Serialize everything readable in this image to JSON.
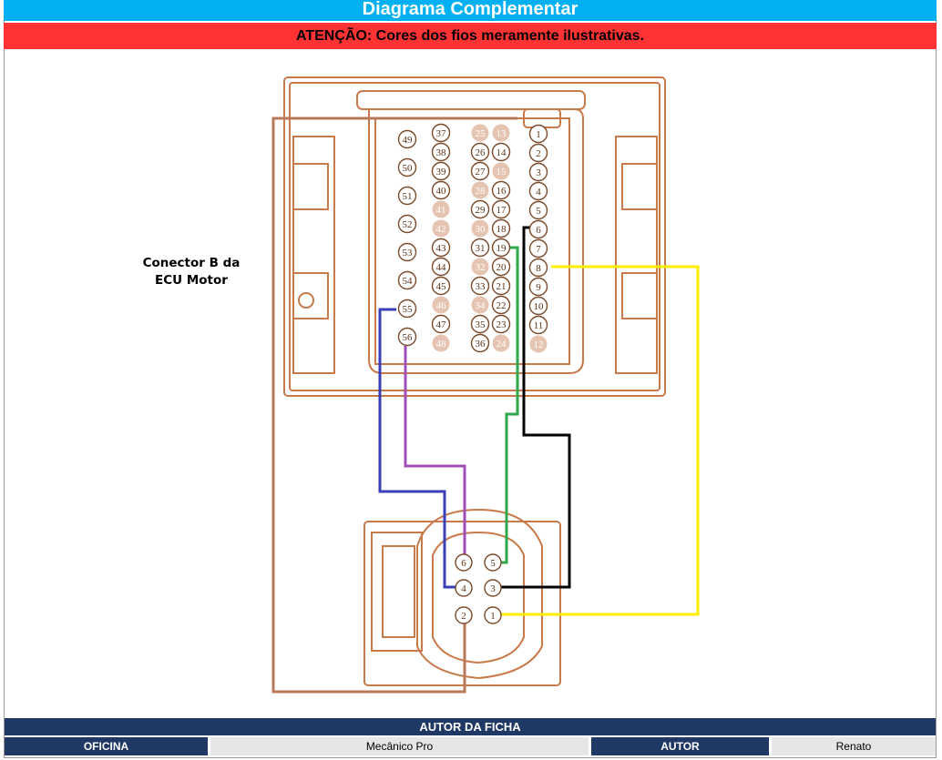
{
  "header": {
    "title": "Diagrama Complementar",
    "warning": "ATENÇÃO: Cores dos fios meramente ilustrativas."
  },
  "diagram": {
    "connector_label": "Conector B da ECU Motor",
    "ecu_pins": [
      "1",
      "2",
      "3",
      "4",
      "5",
      "6",
      "7",
      "8",
      "9",
      "10",
      "11",
      "12",
      "13",
      "14",
      "15",
      "16",
      "17",
      "18",
      "19",
      "20",
      "21",
      "22",
      "23",
      "24",
      "25",
      "26",
      "27",
      "28",
      "29",
      "30",
      "31",
      "32",
      "33",
      "34",
      "35",
      "36",
      "37",
      "38",
      "39",
      "40",
      "41",
      "42",
      "43",
      "44",
      "45",
      "46",
      "47",
      "48",
      "49",
      "50",
      "51",
      "52",
      "53",
      "54",
      "55",
      "56"
    ],
    "sensor_pins": [
      "1",
      "2",
      "3",
      "4",
      "5",
      "6"
    ],
    "wire_colors": {
      "brown": "#b8785a",
      "blue": "#3a3fb8",
      "purple": "#a04fb8",
      "green": "#2ea84a",
      "black": "#000000",
      "yellow": "#ffee00",
      "connector_outline": "#c87a4a"
    }
  },
  "footer": {
    "title": "AUTOR DA FICHA",
    "workshop_label": "OFICINA",
    "workshop_value": "Mecânico Pro",
    "author_label": "AUTOR",
    "author_value": "Renato"
  }
}
